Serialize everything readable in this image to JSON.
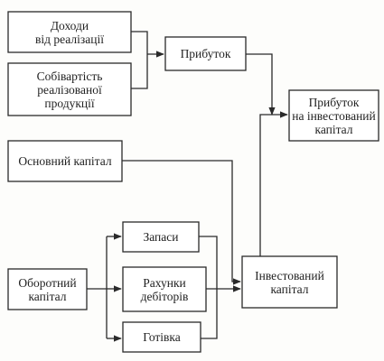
{
  "nodes": {
    "revenue": "Доходи\nвід реалізації",
    "cost": "Собівартість\nреалізованої\nпродукції",
    "profit": "Прибуток",
    "roi": "Прибуток\nна інвестований\nкапітал",
    "fixed_capital": "Основний капітал",
    "working_capital": "Оборотний\nкапітал",
    "inventory": "Запаси",
    "receivables": "Рахунки\nдебіторів",
    "cash": "Готівка",
    "invested_capital": "Інвестований\nкапітал"
  },
  "colors": {
    "stroke": "#2a2a2a",
    "background": "#fdfdfb",
    "box_fill": "#ffffff"
  }
}
